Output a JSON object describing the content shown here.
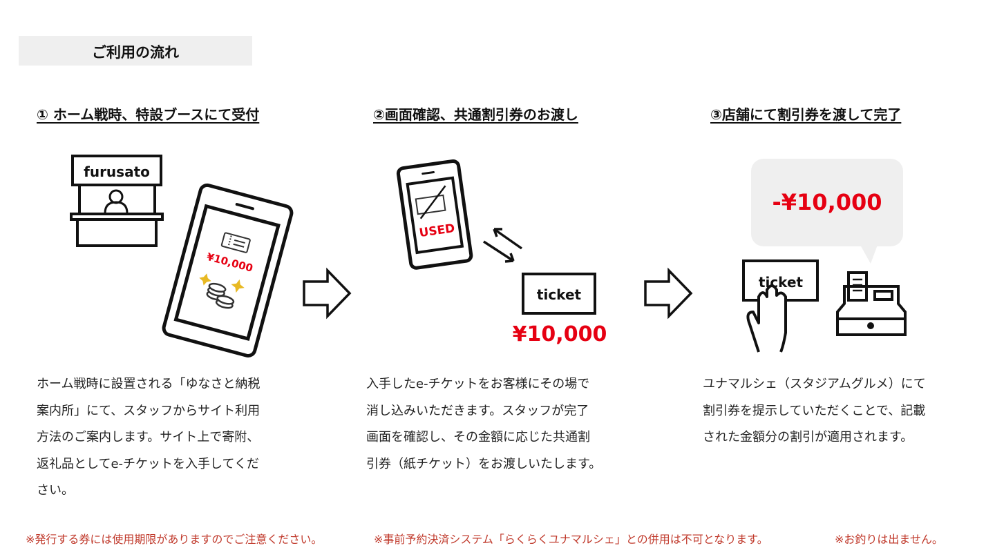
{
  "header": {
    "title": "ご利用の流れ"
  },
  "steps": [
    {
      "heading": "① ホーム戦時、特設ブースにて受付",
      "booth_sign": "furusato",
      "phone_amount": "¥10,000",
      "description": "ホーム戦時に設置される「ゆなさと納税\n案内所」にて、スタッフからサイト利用\n方法のご案内します。サイト上で寄附、\n返礼品としてe-チケットを入手してくだ\nさい。"
    },
    {
      "heading": "②画面確認、共通割引券のお渡し",
      "phone_status": "USED",
      "ticket_label": "ticket",
      "ticket_amount": "¥10,000",
      "description": "入手したe-チケットをお客様にその場で\n消し込みいただきます。スタッフが完了\n画面を確認し、その金額に応じた共通割\n引券（紙チケット）をお渡しいたします。"
    },
    {
      "heading": "③店舗にて割引券を渡して完了",
      "discount": "-¥10,000",
      "ticket_label": "ticket",
      "description": "ユナマルシェ（スタジアムグルメ）にて\n割引券を提示していただくことで、記載\nされた金額分の割引が適用されます。"
    }
  ],
  "notes": [
    "※発行する券には使用期限がありますのでご注意ください。",
    "※事前予約決済システム「らくらくユナマルシェ」との併用は不可となります。",
    "※お釣りは出ません。"
  ],
  "colors": {
    "accent": "#e60012",
    "note": "#c0392b",
    "header_bg": "#efefef",
    "bubble_bg": "#efefef"
  }
}
